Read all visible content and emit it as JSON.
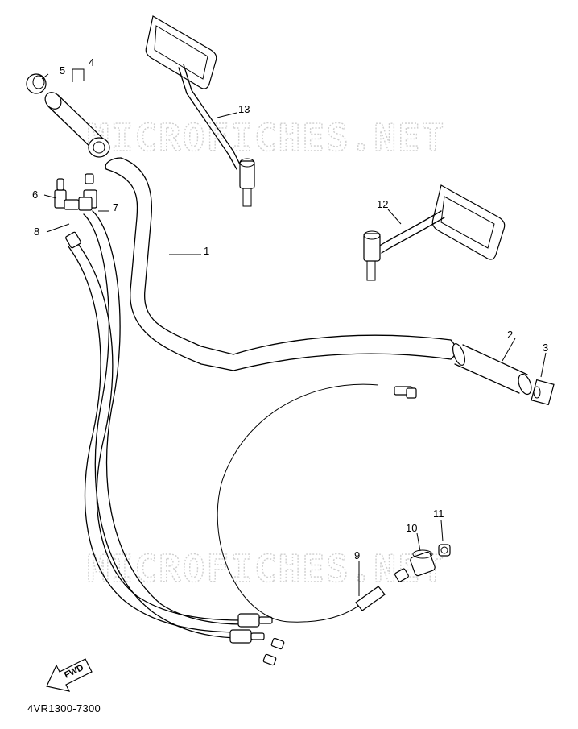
{
  "diagram": {
    "watermark": "MICROFICHES.NET",
    "drawing_code": "4VR1300-7300",
    "fwd_label": "FWD",
    "callouts": [
      "1",
      "2",
      "3",
      "4",
      "5",
      "6",
      "7",
      "8",
      "9",
      "10",
      "11",
      "12",
      "13"
    ]
  }
}
